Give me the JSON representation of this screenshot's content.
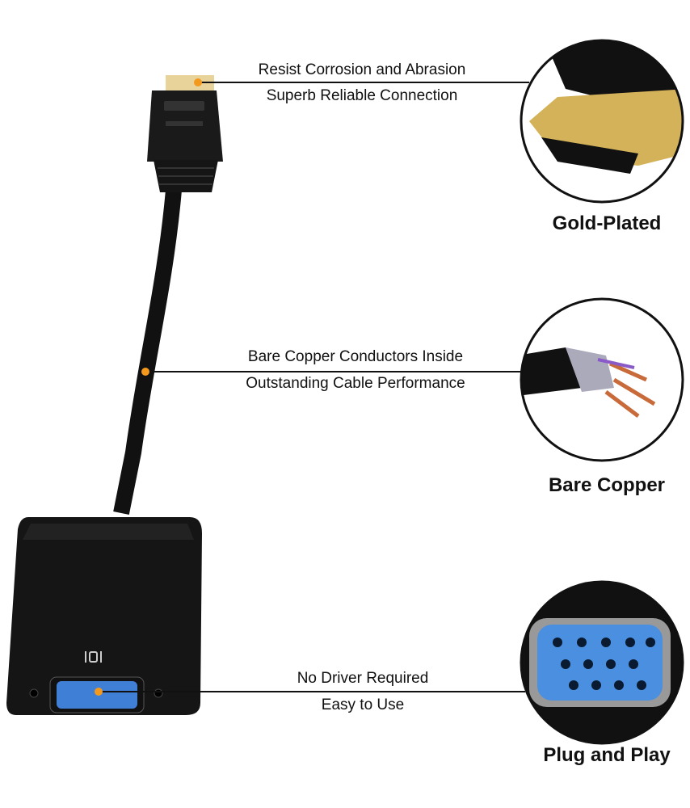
{
  "features": [
    {
      "line1": "Resist Corrosion and Abrasion",
      "line2": "Superb Reliable Connection",
      "label": "Gold-Plated"
    },
    {
      "line1": "Bare Copper Conductors Inside",
      "line2": "Outstanding Cable Performance",
      "label": "Bare Copper"
    },
    {
      "line1": "No Driver Required",
      "line2": "Easy to Use",
      "label": "Plug and Play"
    }
  ],
  "colors": {
    "gold": "#d4b25a",
    "dot": "#f39a1e",
    "vga_blue": "#3f7fd6",
    "body": "#151515"
  }
}
